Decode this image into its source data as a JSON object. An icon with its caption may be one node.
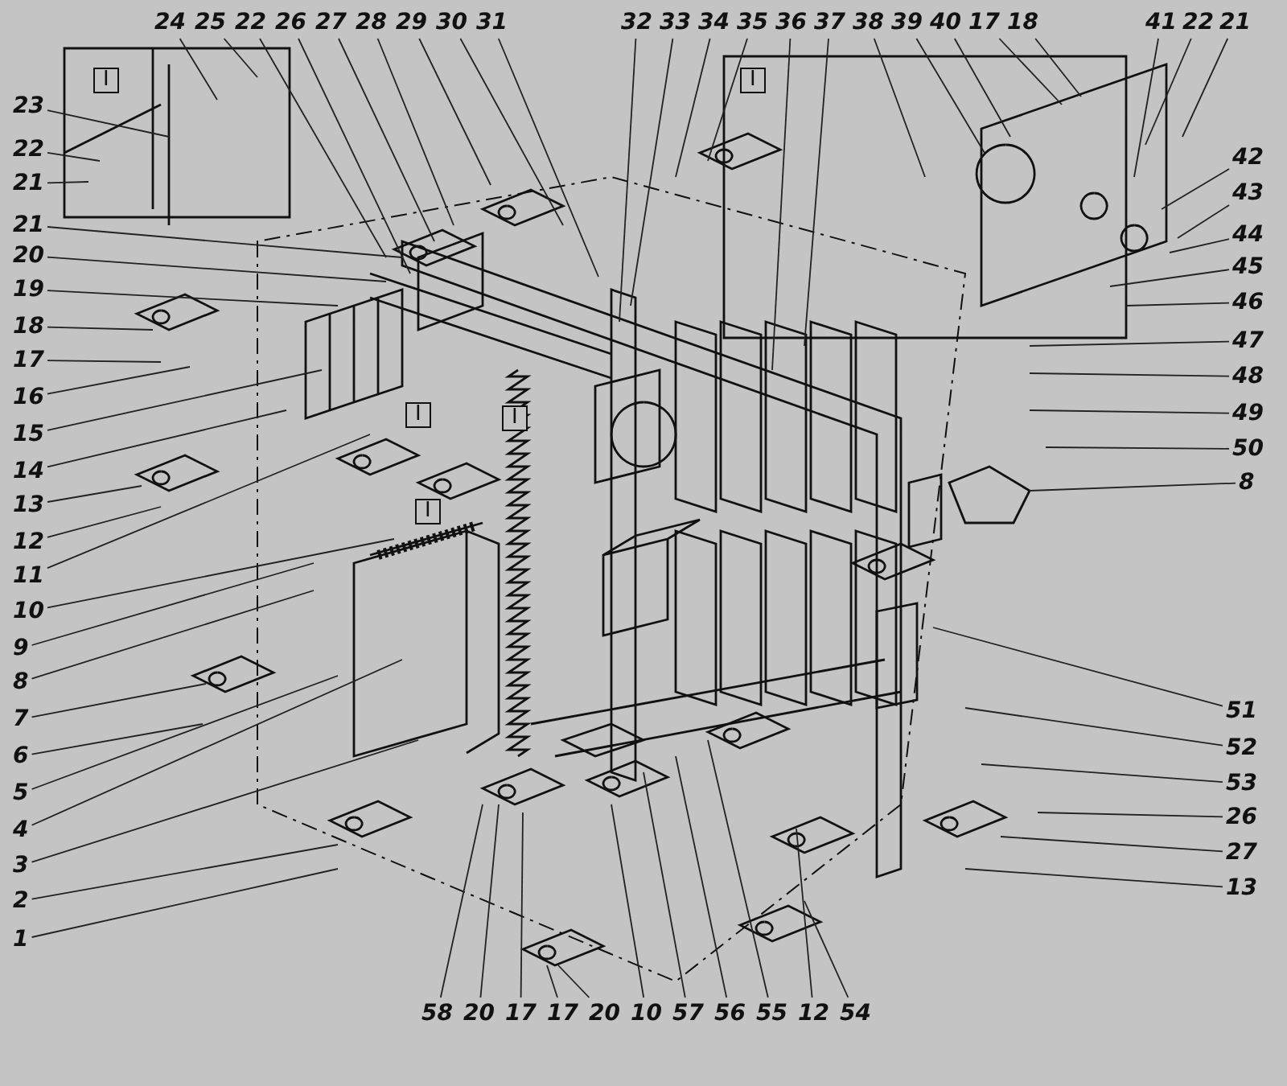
{
  "diagram": {
    "nodes": [
      {
        "text": [
          "24"
        ]
      },
      {
        "text": [
          "25"
        ]
      },
      {
        "text": [
          "22"
        ]
      },
      {
        "text": [
          "26"
        ]
      },
      {
        "text": [
          "27"
        ]
      },
      {
        "text": [
          "28"
        ]
      },
      {
        "text": [
          "29"
        ]
      },
      {
        "text": [
          "30"
        ]
      },
      {
        "text": [
          "31"
        ]
      },
      {
        "text": [
          "32"
        ]
      },
      {
        "text": [
          "33"
        ]
      },
      {
        "text": [
          "34"
        ]
      },
      {
        "text": [
          "35"
        ]
      },
      {
        "text": [
          "36"
        ]
      },
      {
        "text": [
          "37"
        ]
      },
      {
        "text": [
          "38"
        ]
      },
      {
        "text": [
          "39"
        ]
      },
      {
        "text": [
          "40"
        ]
      },
      {
        "text": [
          "17"
        ]
      },
      {
        "text": [
          "18"
        ]
      },
      {
        "text": [
          "41"
        ]
      },
      {
        "text": [
          "22"
        ]
      },
      {
        "text": [
          "21"
        ]
      },
      {
        "text": [
          "23"
        ]
      },
      {
        "text": [
          "22"
        ]
      },
      {
        "text": [
          "21"
        ]
      },
      {
        "text": [
          "42"
        ]
      },
      {
        "text": [
          "43"
        ]
      },
      {
        "text": [
          "44"
        ]
      },
      {
        "text": [
          "45"
        ]
      },
      {
        "text": [
          "46"
        ]
      },
      {
        "text": [
          "47"
        ]
      },
      {
        "text": [
          "48"
        ]
      },
      {
        "text": [
          "49"
        ]
      },
      {
        "text": [
          "50"
        ]
      },
      {
        "text": [
          "8"
        ]
      },
      {
        "text": [
          "21"
        ]
      },
      {
        "text": [
          "20"
        ]
      },
      {
        "text": [
          "19"
        ]
      },
      {
        "text": [
          "18"
        ]
      },
      {
        "text": [
          "17"
        ]
      },
      {
        "text": [
          "16"
        ]
      },
      {
        "text": [
          "15"
        ]
      },
      {
        "text": [
          "14"
        ]
      },
      {
        "text": [
          "13"
        ]
      },
      {
        "text": [
          "12"
        ]
      },
      {
        "text": [
          "11"
        ]
      },
      {
        "text": [
          "10"
        ]
      },
      {
        "text": [
          "9"
        ]
      },
      {
        "text": [
          "8"
        ]
      },
      {
        "text": [
          "7"
        ]
      },
      {
        "text": [
          "6"
        ]
      },
      {
        "text": [
          "5"
        ]
      },
      {
        "text": [
          "4"
        ]
      },
      {
        "text": [
          "3"
        ]
      },
      {
        "text": [
          "2"
        ]
      },
      {
        "text": [
          "1"
        ]
      },
      {
        "text": [
          "51"
        ]
      },
      {
        "text": [
          "52"
        ]
      },
      {
        "text": [
          "53"
        ]
      },
      {
        "text": [
          "26"
        ]
      },
      {
        "text": [
          "27"
        ]
      },
      {
        "text": [
          "13"
        ]
      },
      {
        "text": [
          "58"
        ]
      },
      {
        "text": [
          "20"
        ]
      },
      {
        "text": [
          "17"
        ]
      },
      {
        "text": [
          "17"
        ]
      },
      {
        "text": [
          "20"
        ]
      },
      {
        "text": [
          "10"
        ]
      },
      {
        "text": [
          "57"
        ]
      },
      {
        "text": [
          "56"
        ]
      },
      {
        "text": [
          "55"
        ]
      },
      {
        "text": [
          "12"
        ]
      },
      {
        "text": [
          "54"
        ]
      }
    ],
    "edges": [
      {
        "from": 0,
        "to": null,
        "arrow": "none"
      },
      {
        "from": 1,
        "to": null,
        "arrow": "none"
      },
      {
        "from": 2,
        "to": null,
        "arrow": "none"
      },
      {
        "from": 3,
        "to": null,
        "arrow": "none"
      },
      {
        "from": 4,
        "to": null,
        "arrow": "none"
      },
      {
        "from": 5,
        "to": null,
        "arrow": "none"
      },
      {
        "from": 6,
        "to": null,
        "arrow": "none"
      },
      {
        "from": 7,
        "to": null,
        "arrow": "none"
      },
      {
        "from": 8,
        "to": null,
        "arrow": "none"
      },
      {
        "from": 9,
        "to": null,
        "arrow": "none"
      },
      {
        "from": 10,
        "to": null,
        "arrow": "none"
      },
      {
        "from": 11,
        "to": null,
        "arrow": "none"
      },
      {
        "from": 12,
        "to": null,
        "arrow": "none"
      },
      {
        "from": 13,
        "to": null,
        "arrow": "none"
      },
      {
        "from": 14,
        "to": null,
        "arrow": "none"
      },
      {
        "from": 15,
        "to": null,
        "arrow": "none"
      },
      {
        "from": 16,
        "to": null,
        "arrow": "none"
      },
      {
        "from": 17,
        "to": null,
        "arrow": "none"
      },
      {
        "from": 18,
        "to": null,
        "arrow": "none"
      },
      {
        "from": 19,
        "to": null,
        "arrow": "none"
      },
      {
        "from": 20,
        "to": null,
        "arrow": "none"
      },
      {
        "from": 21,
        "to": null,
        "arrow": "none"
      },
      {
        "from": 22,
        "to": null,
        "arrow": "none"
      },
      {
        "from": 23,
        "to": null,
        "arrow": "none"
      },
      {
        "from": 24,
        "to": null,
        "arrow": "none"
      },
      {
        "from": 25,
        "to": null,
        "arrow": "none"
      },
      {
        "from": 26,
        "to": null,
        "arrow": "none"
      },
      {
        "from": 27,
        "to": null,
        "arrow": "none"
      },
      {
        "from": 28,
        "to": null,
        "arrow": "none"
      },
      {
        "from": 29,
        "to": null,
        "arrow": "none"
      },
      {
        "from": 30,
        "to": null,
        "arrow": "none"
      },
      {
        "from": 31,
        "to": null,
        "arrow": "none"
      },
      {
        "from": 32,
        "to": null,
        "arrow": "none"
      },
      {
        "from": 33,
        "to": null,
        "arrow": "none"
      },
      {
        "from": 34,
        "to": null,
        "arrow": "none"
      },
      {
        "from": 35,
        "to": null,
        "arrow": "none"
      },
      {
        "from": 36,
        "to": null,
        "arrow": "none"
      },
      {
        "from": 37,
        "to": null,
        "arrow": "none"
      },
      {
        "from": 38,
        "to": null,
        "arrow": "none"
      },
      {
        "from": 39,
        "to": null,
        "arrow": "none"
      },
      {
        "from": 40,
        "to": null,
        "arrow": "none"
      },
      {
        "from": 41,
        "to": null,
        "arrow": "none"
      },
      {
        "from": 42,
        "to": null,
        "arrow": "none"
      },
      {
        "from": 43,
        "to": null,
        "arrow": "none"
      },
      {
        "from": 44,
        "to": null,
        "arrow": "none"
      },
      {
        "from": 45,
        "to": null,
        "arrow": "none"
      },
      {
        "from": 46,
        "to": null,
        "arrow": "none"
      },
      {
        "from": 47,
        "to": null,
        "arrow": "none"
      },
      {
        "from": 48,
        "to": null,
        "arrow": "none"
      },
      {
        "from": 49,
        "to": null,
        "arrow": "none"
      },
      {
        "from": 50,
        "to": null,
        "arrow": "none"
      },
      {
        "from": 51,
        "to": null,
        "arrow": "none"
      },
      {
        "from": 52,
        "to": null,
        "arrow": "none"
      },
      {
        "from": 53,
        "to": null,
        "arrow": "none"
      },
      {
        "from": 54,
        "to": null,
        "arrow": "none"
      },
      {
        "from": 55,
        "to": null,
        "arrow": "none"
      },
      {
        "from": 56,
        "to": null,
        "arrow": "none"
      },
      {
        "from": 57,
        "to": null,
        "arrow": "none"
      },
      {
        "from": 58,
        "to": null,
        "arrow": "none"
      },
      {
        "from": 59,
        "to": null,
        "arrow": "none"
      },
      {
        "from": 60,
        "to": null,
        "arrow": "none"
      },
      {
        "from": 61,
        "to": null,
        "arrow": "none"
      },
      {
        "from": 62,
        "to": null,
        "arrow": "none"
      },
      {
        "from": 63,
        "to": null,
        "arrow": "none"
      },
      {
        "from": 64,
        "to": null,
        "arrow": "none"
      },
      {
        "from": 65,
        "to": null,
        "arrow": "none"
      },
      {
        "from": 66,
        "to": null,
        "arrow": "none"
      },
      {
        "from": 67,
        "to": null,
        "arrow": "none"
      },
      {
        "from": 68,
        "to": null,
        "arrow": "none"
      },
      {
        "from": 69,
        "to": null,
        "arrow": "none"
      },
      {
        "from": 70,
        "to": null,
        "arrow": "none"
      },
      {
        "from": 71,
        "to": null,
        "arrow": "none"
      },
      {
        "from": 72,
        "to": null,
        "arrow": "none"
      },
      {
        "from": 73,
        "to": null,
        "arrow": "none"
      }
    ],
    "labels": [
      "I",
      "I",
      "I",
      "I",
      "I"
    ]
  }
}
